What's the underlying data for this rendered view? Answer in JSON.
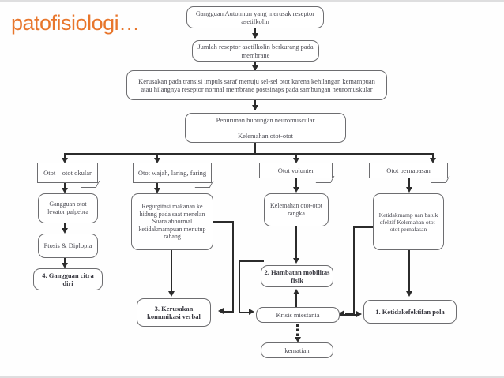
{
  "slide": {
    "title": "patofisiologi…"
  },
  "diagram": {
    "name": "patofisiologi-miastenia-gravis-flowchart",
    "nodes": {
      "n1": "Gangguan Autoimun yang merusak reseptor asetilkolin",
      "n2": "Jumlah reseptor asetilkolin berkurang pada membrane",
      "n3": "Kerusakan pada transisi impuls saraf menuju sel-sel otot karena kehilangan kemampuan atau hilangnya reseptor normal membrane postsinaps pada sambungan neuromuskular",
      "n4_line1": "Penurunan hubungan neuromuscular",
      "n4_line2": "Kelemahan otot-otot",
      "b1": "Otot – otot okular",
      "b2": "Otot wajah, laring, faring",
      "b3": "Otot volunter",
      "b4": "Otot pernapasan",
      "c1": "Gangguan otot levator palpebra",
      "c2": "Regurgitasi makanan ke hidung pada saat menelan Suara abnormal ketidakmampuan menutup rahang",
      "c3": "Kelemahan otot-otot rangka",
      "c4": "Ketidakmamp uan batuk efektif Kelemahan otot-otot pernafasan",
      "d1": "Ptosis & Diplopia",
      "e1": "4. Gangguan citra diri",
      "e2": "3. Kerusakan komunikasi verbal",
      "e3": "2. Hambatan mobilitas fisik",
      "e4": "1. Ketidakefektifan pola",
      "f1": "Krisis miestania",
      "f2": "kematian"
    },
    "colors": {
      "title": "#E8762C",
      "box_border": "#6d6d70",
      "text": "#4a4a52",
      "connector": "#2b2b2b",
      "background": "#ffffff"
    }
  }
}
